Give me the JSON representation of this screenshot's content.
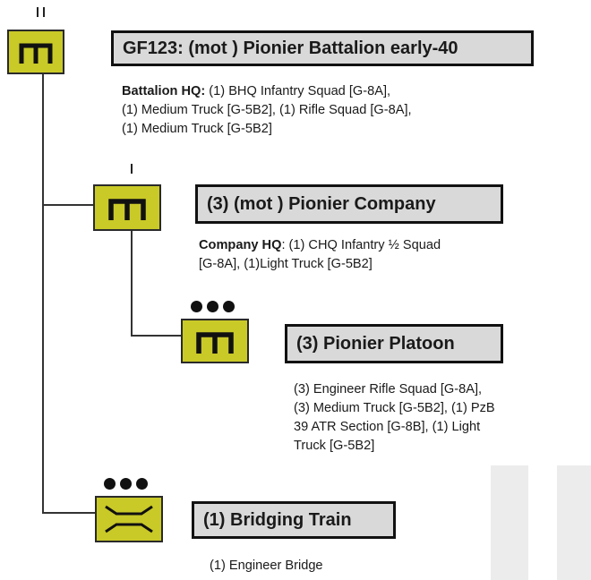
{
  "colors": {
    "symbol_fill": "#c9c928",
    "box_fill": "#d9d9d9"
  },
  "battalion": {
    "title": "GF123: (mot ) Pionier Battalion early-40",
    "icon": "engineer-unit-icon",
    "size_marker": "II",
    "hq_label": "Battalion HQ:",
    "lines": [
      " (1) BHQ Infantry Squad [G-8A],",
      "(1) Medium Truck [G-5B2], (1) Rifle Squad [G-8A],",
      "(1) Medium Truck [G-5B2]"
    ]
  },
  "company": {
    "title": "(3) (mot ) Pionier Company",
    "icon": "engineer-unit-icon",
    "size_marker": "I",
    "hq_label": "Company HQ",
    "lines": [
      ": (1) CHQ Infantry ½ Squad",
      "[G-8A], (1)Light Truck [G-5B2]"
    ]
  },
  "platoon": {
    "title": "(3) Pionier Platoon",
    "icon": "engineer-unit-icon",
    "size_marker": "•••",
    "lines": [
      "(3) Engineer Rifle Squad [G-8A],",
      "(3) Medium Truck [G-5B2], (1) PzB",
      "39 ATR Section [G-8B], (1) Light",
      "Truck [G-5B2]"
    ]
  },
  "bridging": {
    "title": "(1) Bridging Train",
    "icon": "bridging-unit-icon",
    "size_marker": "•••",
    "lines": [
      "(1) Engineer Bridge"
    ]
  }
}
